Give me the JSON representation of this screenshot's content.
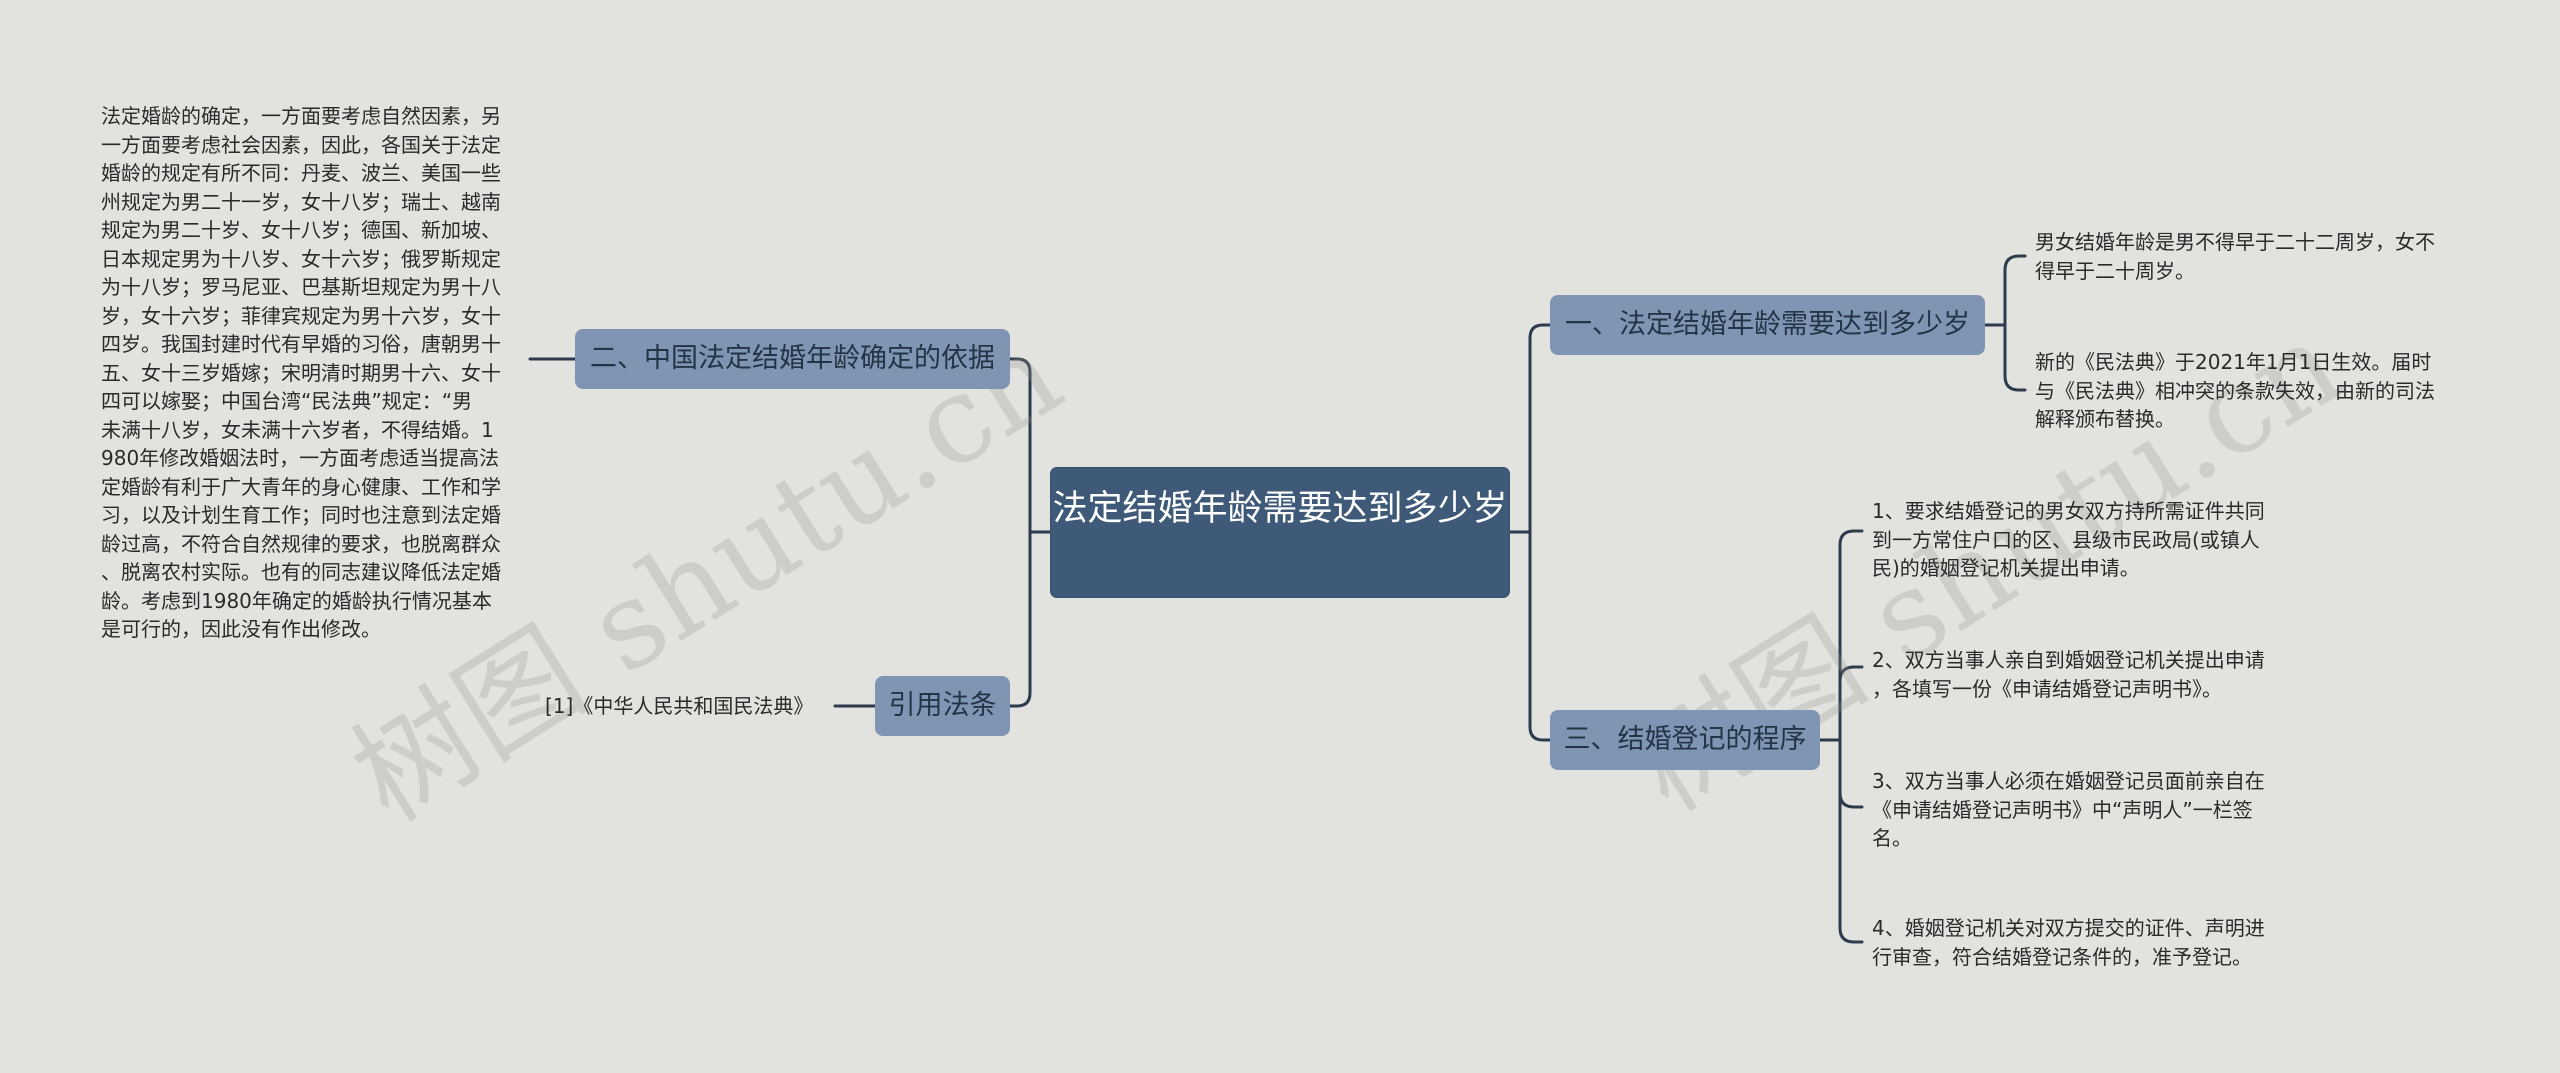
{
  "root": {
    "label": "法定结婚年龄需要达到多少岁"
  },
  "branches": {
    "right1": {
      "label": "一、法定结婚年龄需要达到多少岁",
      "leaves": [
        "男女结婚年龄是男不得早于二十二周岁，女不\n得早于二十周岁。",
        "新的《民法典》于2021年1月1日生效。届时\n与《民法典》相冲突的条款失效，由新的司法\n解释颁布替换。"
      ]
    },
    "right2": {
      "label": "三、结婚登记的程序",
      "leaves": [
        "1、要求结婚登记的男女双方持所需证件共同\n到一方常住户口的区、县级市民政局(或镇人\n民)的婚姻登记机关提出申请。",
        "2、双方当事人亲自到婚姻登记机关提出申请\n，各填写一份《申请结婚登记声明书》。",
        "3、双方当事人必须在婚姻登记员面前亲自在\n《申请结婚登记声明书》中“声明人”一栏签\n名。",
        "4、婚姻登记机关对双方提交的证件、声明进\n行审查，符合结婚登记条件的，准予登记。"
      ]
    },
    "left1": {
      "label": "二、中国法定结婚年龄确定的依据",
      "leaf": "法定婚龄的确定，一方面要考虑自然因素，另\n一方面要考虑社会因素，因此，各国关于法定\n婚龄的规定有所不同：丹麦、波兰、美国一些\n州规定为男二十一岁，女十八岁；瑞士、越南\n规定为男二十岁、女十八岁；德国、新加坡、\n日本规定男为十八岁、女十六岁；俄罗斯规定\n为十八岁；罗马尼亚、巴基斯坦规定为男十八\n岁，女十六岁；菲律宾规定为男十六岁，女十\n四岁。我国封建时代有早婚的习俗，唐朝男十\n五、女十三岁婚嫁；宋明清时期男十六、女十\n四可以嫁娶；中国台湾“民法典”规定：“男\n未满十八岁，女未满十六岁者，不得结婚。1\n980年修改婚姻法时，一方面考虑适当提高法\n定婚龄有利于广大青年的身心健康、工作和学\n习，以及计划生育工作；同时也注意到法定婚\n龄过高，不符合自然规律的要求，也脱离群众\n、脱离农村实际。也有的同志建议降低法定婚\n龄。考虑到1980年确定的婚龄执行情况基本\n是可行的，因此没有作出修改。"
    },
    "left2": {
      "label": "引用法条",
      "leaf": "[1]《中华人民共和国民法典》"
    }
  },
  "watermarks": [
    "树图 shutu.cn",
    "树图 shutu.cn"
  ],
  "colors": {
    "root": "#3f5a78",
    "branch": "#7f95b3",
    "line": "#2d3b4c",
    "background": "#e2e2de"
  }
}
